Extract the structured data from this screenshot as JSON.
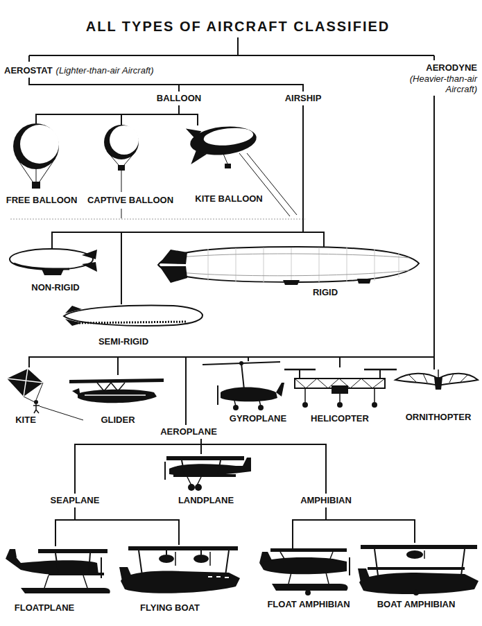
{
  "diagram": {
    "title": "ALL TYPES OF AIRCRAFT CLASSIFIED",
    "nodes": [
      {
        "text": [
          "AEROSTAT",
          "(Lighter-than-air Aircraft)"
        ]
      },
      {
        "text": [
          "AERODYNE",
          "(Heavier-than-air Aircraft)"
        ]
      },
      {
        "text": [
          "BALLOON"
        ]
      },
      {
        "text": [
          "AIRSHIP"
        ]
      },
      {
        "text": [
          "FREE BALLOON"
        ]
      },
      {
        "text": [
          "CAPTIVE BALLOON"
        ]
      },
      {
        "text": [
          "KITE BALLOON"
        ]
      },
      {
        "text": [
          "NON-RIGID"
        ]
      },
      {
        "text": [
          "RIGID"
        ]
      },
      {
        "text": [
          "SEMI-RIGID"
        ]
      },
      {
        "text": [
          "KITE"
        ]
      },
      {
        "text": [
          "GLIDER"
        ]
      },
      {
        "text": [
          "GYROPLANE"
        ]
      },
      {
        "text": [
          "HELICOPTER"
        ]
      },
      {
        "text": [
          "ORNITHOPTER"
        ]
      },
      {
        "text": [
          "AEROPLANE"
        ]
      },
      {
        "text": [
          "SEAPLANE"
        ]
      },
      {
        "text": [
          "LANDPLANE"
        ]
      },
      {
        "text": [
          "AMPHIBIAN"
        ]
      },
      {
        "text": [
          "FLOATPLANE"
        ]
      },
      {
        "text": [
          "FLYING BOAT"
        ]
      },
      {
        "text": [
          "FLOAT AMPHIBIAN"
        ]
      },
      {
        "text": [
          "BOAT AMPHIBIAN"
        ]
      }
    ],
    "edges": [
      {
        "from": 0,
        "to": 2,
        "arrow": "none"
      },
      {
        "from": 0,
        "to": 3,
        "arrow": "none"
      },
      {
        "from": 2,
        "to": 4,
        "arrow": "none"
      },
      {
        "from": 2,
        "to": 5,
        "arrow": "none"
      },
      {
        "from": 2,
        "to": 6,
        "arrow": "none"
      },
      {
        "from": 3,
        "to": 7,
        "arrow": "none"
      },
      {
        "from": 3,
        "to": 8,
        "arrow": "none"
      },
      {
        "from": 3,
        "to": 9,
        "arrow": "none"
      },
      {
        "from": 1,
        "to": 10,
        "arrow": "none"
      },
      {
        "from": 1,
        "to": 11,
        "arrow": "none"
      },
      {
        "from": 1,
        "to": 15,
        "arrow": "none"
      },
      {
        "from": 1,
        "to": 12,
        "arrow": "none"
      },
      {
        "from": 1,
        "to": 13,
        "arrow": "none"
      },
      {
        "from": 1,
        "to": 14,
        "arrow": "none"
      },
      {
        "from": 15,
        "to": 16,
        "arrow": "none"
      },
      {
        "from": 15,
        "to": 17,
        "arrow": "none"
      },
      {
        "from": 15,
        "to": 18,
        "arrow": "none"
      },
      {
        "from": 16,
        "to": 19,
        "arrow": "none"
      },
      {
        "from": 16,
        "to": 20,
        "arrow": "none"
      },
      {
        "from": 18,
        "to": 21,
        "arrow": "none"
      },
      {
        "from": 18,
        "to": 22,
        "arrow": "none"
      }
    ]
  }
}
